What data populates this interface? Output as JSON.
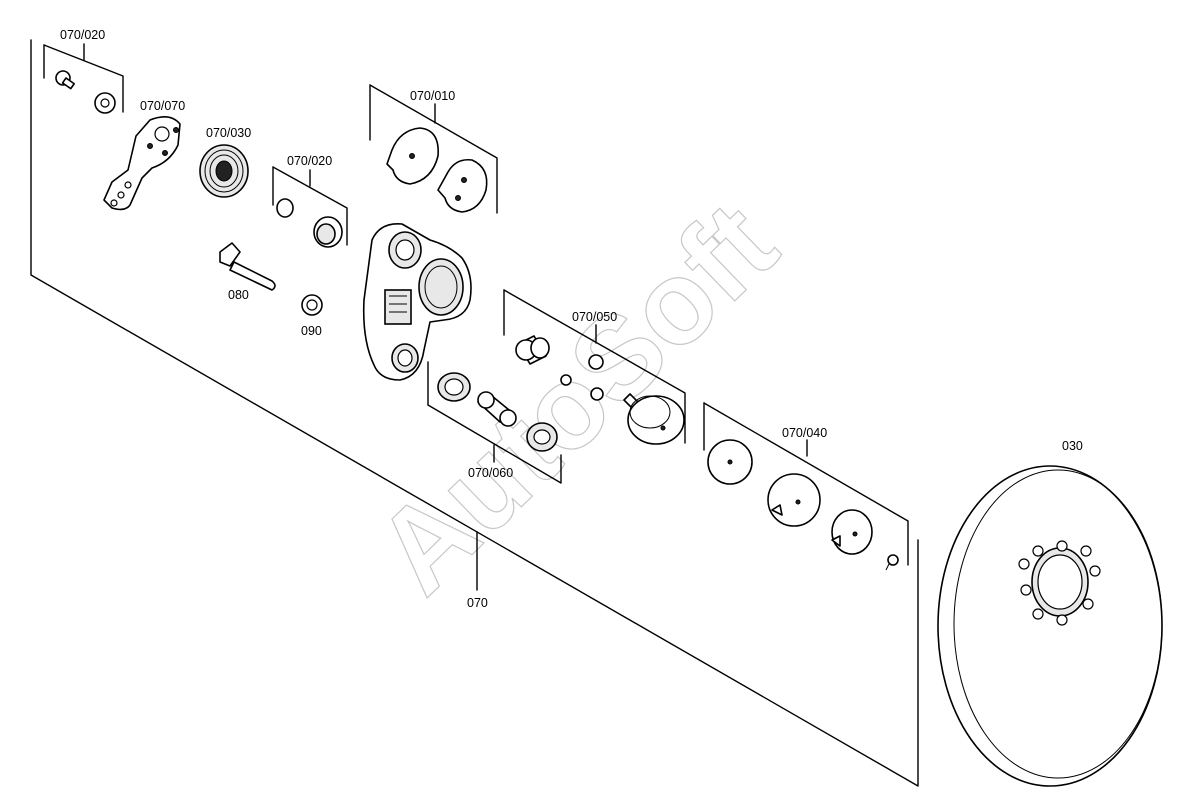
{
  "labels": {
    "l_070_020_top": "070/020",
    "l_070_070": "070/070",
    "l_070_030": "070/030",
    "l_070_020_mid": "070/020",
    "l_070_010": "070/010",
    "l_080": "080",
    "l_090": "090",
    "l_070_050": "070/050",
    "l_070_060": "070/060",
    "l_070_040": "070/040",
    "l_070": "070",
    "l_030": "030"
  },
  "watermark": "AutoSoft",
  "colors": {
    "line": "#000000",
    "watermark": "#9a9a9a",
    "background": "#ffffff"
  }
}
